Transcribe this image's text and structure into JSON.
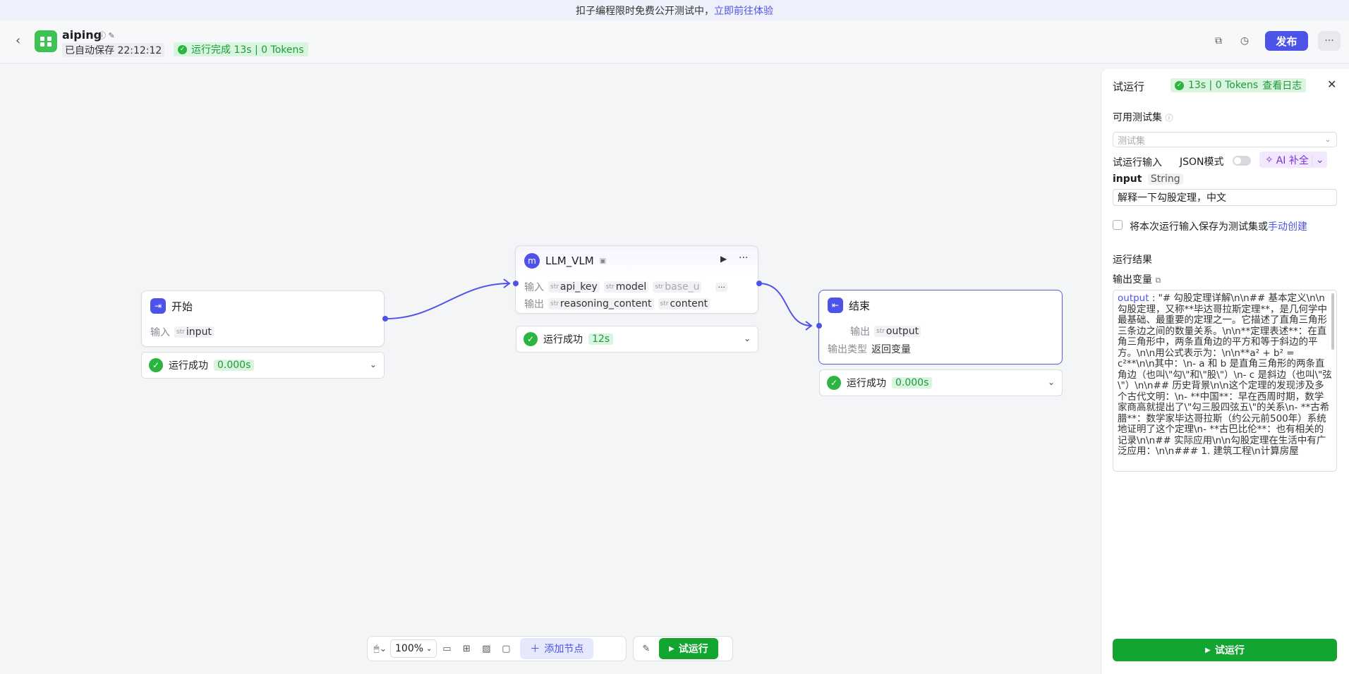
{
  "banner": {
    "text": "扣子编程限时免费公开测试中，",
    "link": "立即前往体验"
  },
  "header": {
    "app_name": "aiping",
    "saved": "已自动保存 22:12:12",
    "run_status": "运行完成 13s | 0 Tokens",
    "publish": "发布"
  },
  "nodes": {
    "start": {
      "title": "开始",
      "input_label": "输入",
      "inputs": [
        "input"
      ],
      "status": "运行成功",
      "time": "0.000s"
    },
    "llm": {
      "title": "LLM_VLM",
      "input_label": "输入",
      "inputs": [
        "api_key",
        "model",
        "base_u"
      ],
      "output_label": "输出",
      "outputs": [
        "reasoning_content",
        "content"
      ],
      "status": "运行成功",
      "time": "12s"
    },
    "end": {
      "title": "结束",
      "output_label": "输出",
      "outputs": [
        "output"
      ],
      "type_label": "输出类型",
      "type_value": "返回变量",
      "status": "运行成功",
      "time": "0.000s"
    }
  },
  "str_tag": "str",
  "toolbar": {
    "zoom": "100%",
    "add_node": "添加节点",
    "run": "试运行"
  },
  "panel": {
    "title": "试运行",
    "status": "13s | 0 Tokens",
    "view_log": "查看日志",
    "testset_label": "可用测试集",
    "testset_placeholder": "测试集",
    "run_input": "试运行输入",
    "json_mode": "JSON模式",
    "ai_fill": "AI 补全",
    "input_name": "input",
    "input_type": "String",
    "input_value": "解释一下勾股定理，中文",
    "save_text": "将本次运行输入保存为测试集或",
    "manual_create": "手动创建",
    "result_title": "运行结果",
    "output_var": "输出变量",
    "output_key": "output",
    "output_value": " : \"# 勾股定理详解\\n\\n## 基本定义\\n\\n勾股定理，又称**毕达哥拉斯定理**，是几何学中最基础、最重要的定理之一。它描述了直角三角形三条边之间的数量关系。\\n\\n**定理表述**：在直角三角形中，两条直角边的平方和等于斜边的平方。\\n\\n用公式表示为：\\n\\n**a² + b² = c²**\\n\\n其中：\\n- a 和 b 是直角三角形的两条直角边（也叫\\\"勾\\\"和\\\"股\\\"）\\n- c 是斜边（也叫\\\"弦\\\"）\\n\\n## 历史背景\\n\\n这个定理的发现涉及多个古代文明：\\n- **中国**：早在西周时期，数学家商高就提出了\\\"勾三股四弦五\\\"的关系\\n- **古希腊**：数学家毕达哥拉斯（约公元前500年）系统地证明了这个定理\\n- **古巴比伦**：也有相关的记录\\n\\n## 实际应用\\n\\n勾股定理在生活中有广泛应用：\\n\\n### 1. 建筑工程\\n计算房屋",
    "run_button": "试运行"
  },
  "colors": {
    "accent": "#4d53e8",
    "success": "#12a532",
    "success_bg": "#d9f5df"
  }
}
